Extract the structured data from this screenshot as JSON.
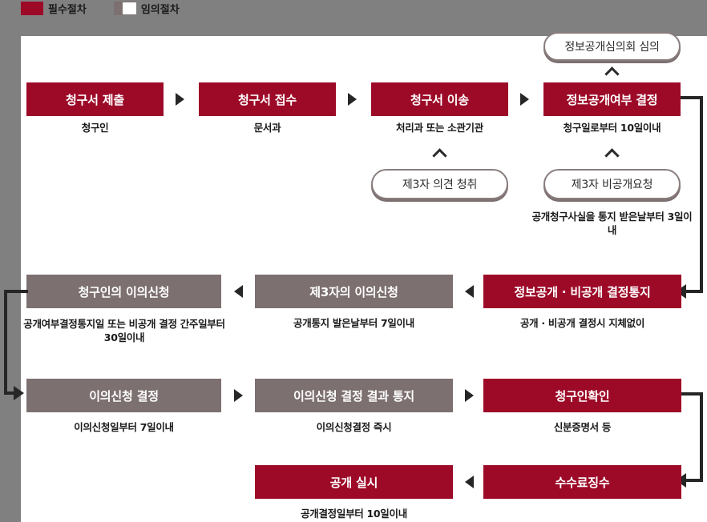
{
  "legend": {
    "required_label": "필수절차",
    "optional_label": "임의절차",
    "required_color": "#9d0a28",
    "optional_color": "#7d7070"
  },
  "flow": {
    "row1": [
      {
        "title": "청구서 제출",
        "caption": "청구인",
        "type": "required"
      },
      {
        "title": "청구서 접수",
        "caption": "문서과",
        "type": "required"
      },
      {
        "title": "청구서 이송",
        "caption": "처리과 또는 소관기관",
        "type": "required"
      },
      {
        "title": "정보공개여부 결정",
        "caption": "청구일로부터 10일이내",
        "type": "required"
      }
    ],
    "row2": [
      {
        "title": "청구인의 이의신청",
        "caption": "공개여부결정통지일 또는 비공개 결정 간주일부터 30일이내",
        "type": "optional"
      },
      {
        "title": "제3자의 이의신청",
        "caption": "공개통지 발은날부터 7일이내",
        "type": "optional"
      },
      {
        "title": "정보공개 · 비공개 결정통지",
        "caption": "공개 · 비공개 결정시 지체없이",
        "type": "required"
      }
    ],
    "row3": [
      {
        "title": "이의신청 결정",
        "caption": "이의신청일부터 7일이내",
        "type": "optional"
      },
      {
        "title": "이의신청 결정 결과 통지",
        "caption": "이의신청결정 즉시",
        "type": "optional"
      },
      {
        "title": "청구인확인",
        "caption": "신분증명서 등",
        "type": "required"
      }
    ],
    "row4": [
      {
        "title": "공개 실시",
        "caption": "공개결정일부터 10일이내",
        "type": "required"
      },
      {
        "title": "수수료징수",
        "caption": "",
        "type": "required"
      }
    ]
  },
  "optional_steps": [
    {
      "title": "정보공개심의회 심의",
      "caption": ""
    },
    {
      "title": "제3자 의견 청취",
      "caption": ""
    },
    {
      "title": "제3자 비공개요청",
      "caption": "공개청구사실을\n통지 받은날부터 3일이내"
    }
  ]
}
